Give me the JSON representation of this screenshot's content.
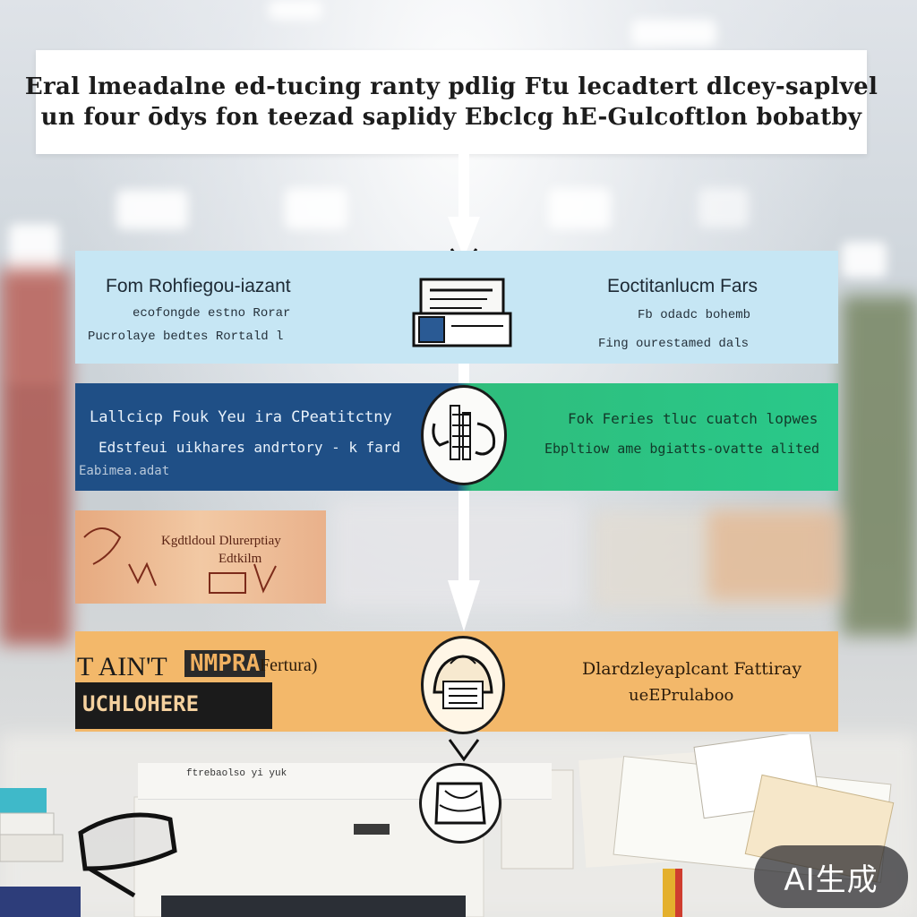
{
  "header": {
    "line1": "Eral lmeadalne ed-tucing ranty pdlig Ftu lecadtert dlcey-saplvel",
    "line2": "un four ōdys fon teezad saplidy Ebclcg hE-Gulcoftlon bobatby"
  },
  "step1": {
    "left_heading": "Fom Rohfiegou-iazant",
    "left_line1": "ecofongde estno Rorar",
    "left_line2": "Pucrolaye bedtes Rortald l",
    "right_heading": "Eoctitanlucm Fars",
    "right_line1": "Fb odadc bohemb",
    "right_line2": "Fing ourestamed dals"
  },
  "step2": {
    "left_line1": "Lallcicp Fouk Yeu ira CPeatitctny",
    "left_line2": "Edstfeui uikhares andrtory - k fard",
    "left_line3": "Eabimea.adat",
    "right_line1": "Fok Feries tluc cuatch lopwes",
    "right_line2": "Ebpltiow ame bgiatts-ovatte alited"
  },
  "step3": {
    "scrap_line1": "Kgdtldoul Dlurerptiay",
    "scrap_line2": "Edtkilm"
  },
  "step4": {
    "left_text": "T AIN'T",
    "left_highlight": "NMPRA",
    "left_note": "Fertura)",
    "ribbon_text": "UCHLOHERE",
    "right_line1": "Dlardzleyaplcant Fattiray",
    "right_line2": "ueEPrulaboo"
  },
  "step5": {
    "strip_text": "ftrebaolso yi yuk"
  },
  "watermark": "AI生成",
  "colors": {
    "band1": "#c6e6f4",
    "band2_left": "#1f4f86",
    "band2_right": "#29c98a",
    "band4": "#f3b86a",
    "arrow": "#ffffff"
  },
  "icons": [
    "document-printer-icon",
    "hand-gauge-icon",
    "cloche-sieve-icon",
    "bag-icon",
    "down-arrow-icon"
  ]
}
